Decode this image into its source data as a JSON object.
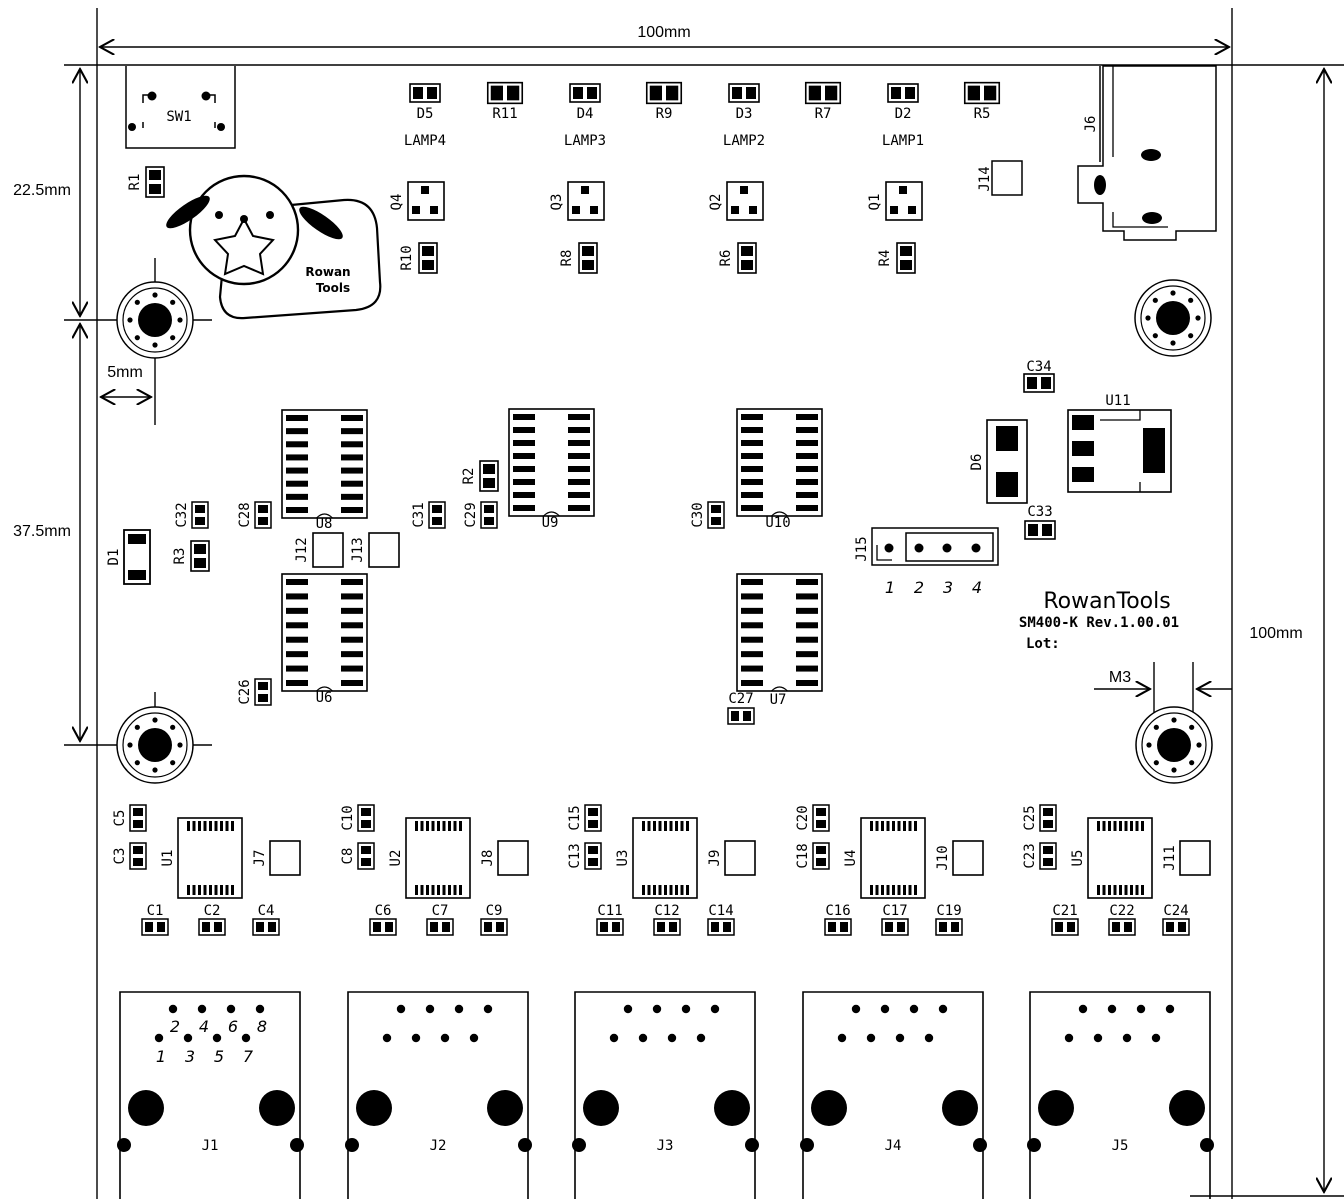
{
  "dimensions": {
    "width_top": "100mm",
    "height_right": "100mm",
    "left_upper": "22.5mm",
    "left_middle": "37.5mm",
    "hole_offset": "5mm",
    "hole_size": "M3"
  },
  "brand": {
    "name": "RowanTools",
    "model": "SM400-K Rev.1.00.01",
    "lot": "Lot:",
    "logo_line1": "Rowan",
    "logo_line2": "Tools"
  },
  "lamps": [
    {
      "led": "D5",
      "res": "R11",
      "label": "LAMP4"
    },
    {
      "led": "D4",
      "res": "R9",
      "label": "LAMP3"
    },
    {
      "led": "D3",
      "res": "R7",
      "label": "LAMP2"
    },
    {
      "led": "D2",
      "res": "R5",
      "label": "LAMP1"
    }
  ],
  "transistors": [
    {
      "q": "Q4",
      "r": "R10"
    },
    {
      "q": "Q3",
      "r": "R8"
    },
    {
      "q": "Q2",
      "r": "R6"
    },
    {
      "q": "Q1",
      "r": "R4"
    }
  ],
  "top_parts": {
    "switch": "SW1",
    "r1": "R1",
    "j6": "J6",
    "j14": "J14"
  },
  "mid_parts": {
    "d1": "D1",
    "r3": "R3",
    "c32": "C32",
    "c28": "C28",
    "u8": "U8",
    "j12": "J12",
    "j13": "J13",
    "c31": "C31",
    "r2": "R2",
    "c29": "C29",
    "u9": "U9",
    "c30": "C30",
    "u10": "U10",
    "u6": "U6",
    "c26": "C26",
    "u7": "U7",
    "c27": "C27",
    "j15": "J15",
    "c34": "C34",
    "u11": "U11",
    "d6": "D6",
    "c33": "C33"
  },
  "j15_pins": [
    "1",
    "2",
    "3",
    "4"
  ],
  "ports": [
    {
      "u": "U1",
      "j": "J7",
      "ca": "C5",
      "cb": "C3",
      "c1": "C1",
      "c2": "C2",
      "c3": "C4",
      "rj": "J1"
    },
    {
      "u": "U2",
      "j": "J8",
      "ca": "C10",
      "cb": "C8",
      "c1": "C6",
      "c2": "C7",
      "c3": "C9",
      "rj": "J2"
    },
    {
      "u": "U3",
      "j": "J9",
      "ca": "C15",
      "cb": "C13",
      "c1": "C11",
      "c2": "C12",
      "c3": "C14",
      "rj": "J3"
    },
    {
      "u": "U4",
      "j": "J10",
      "ca": "C20",
      "cb": "C18",
      "c1": "C16",
      "c2": "C17",
      "c3": "C19",
      "rj": "J4"
    },
    {
      "u": "U5",
      "j": "J11",
      "ca": "C25",
      "cb": "C23",
      "c1": "C21",
      "c2": "C22",
      "c3": "C24",
      "rj": "J5"
    }
  ],
  "rj45_pins_top": [
    "2",
    "4",
    "6",
    "8"
  ],
  "rj45_pins_bottom": [
    "1",
    "3",
    "5",
    "7"
  ]
}
